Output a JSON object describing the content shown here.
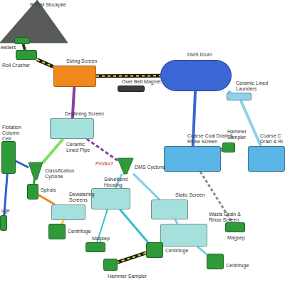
{
  "diagram": {
    "nodes": [
      {
        "text": [
          "R.O.M Stockpile"
        ]
      },
      {
        "text": [
          "eeders"
        ]
      },
      {
        "text": [
          "Roll Crusher"
        ]
      },
      {
        "text": [
          "Sizing Screen"
        ]
      },
      {
        "text": [
          "Over Belt Magnet"
        ]
      },
      {
        "text": [
          "DMS Drum"
        ]
      },
      {
        "text": [
          "Ceramic Lined Launders"
        ]
      },
      {
        "text": [
          "Desliming Screen"
        ]
      },
      {
        "text": [
          "Flotation Column Cell"
        ]
      },
      {
        "text": [
          "Coarse Coal Drain & Rinse Screen"
        ]
      },
      {
        "text": [
          "Hammer Sampler"
        ]
      },
      {
        "text": [
          "Coarse C Drain & Ri"
        ]
      },
      {
        "text": [
          "Classification Cyclone"
        ]
      },
      {
        "text": [
          "DMS Cyclone"
        ]
      },
      {
        "text": [
          "Sievebend Housing"
        ]
      },
      {
        "text": [
          "Spirals"
        ]
      },
      {
        "text": [
          "Dewatering Screens"
        ]
      },
      {
        "text": [
          "Static Screen"
        ]
      },
      {
        "text": [
          "uge"
        ]
      },
      {
        "text": [
          "Magsep"
        ]
      },
      {
        "text": [
          "Waste Drain & Rinse Screen"
        ]
      },
      {
        "text": [
          "Centrifuge"
        ]
      },
      {
        "text": [
          "Magsep"
        ]
      },
      {
        "text": [
          "Centrifuge"
        ]
      },
      {
        "text": [
          "Centrifuge"
        ]
      },
      {
        "text": [
          "Hammer Sampler"
        ]
      }
    ],
    "edges": [
      {
        "from": 0,
        "to": 1,
        "arrow": "none"
      },
      {
        "from": 1,
        "to": 2,
        "arrow": "none"
      },
      {
        "from": 2,
        "to": 3,
        "arrow": "none"
      },
      {
        "from": 3,
        "to": 5,
        "arrow": "none"
      },
      {
        "from": 5,
        "to": 6,
        "arrow": "none"
      },
      {
        "from": 5,
        "to": 9,
        "arrow": "none"
      },
      {
        "from": 6,
        "to": 11,
        "arrow": "none"
      },
      {
        "from": 9,
        "to": 10,
        "arrow": "none"
      },
      {
        "from": 9,
        "to": 19,
        "arrow": "none"
      },
      {
        "from": 3,
        "to": 7,
        "arrow": "none"
      },
      {
        "from": 7,
        "to": 12,
        "arrow": "none"
      },
      {
        "from": 7,
        "to": 13,
        "arrow": "none"
      },
      {
        "from": 12,
        "to": 8,
        "arrow": "none"
      },
      {
        "from": 12,
        "to": 15,
        "arrow": "none"
      },
      {
        "from": 15,
        "to": 16,
        "arrow": "none"
      },
      {
        "from": 16,
        "to": 21,
        "arrow": "none"
      },
      {
        "from": 13,
        "to": 14,
        "label": "Product",
        "arrow": "none"
      },
      {
        "from": 13,
        "to": 17,
        "arrow": "none"
      },
      {
        "from": 17,
        "to": 20,
        "arrow": "none"
      },
      {
        "from": 14,
        "to": 23,
        "arrow": "none"
      },
      {
        "from": 14,
        "to": 22,
        "arrow": "none"
      },
      {
        "from": 20,
        "to": 24,
        "arrow": "none"
      },
      {
        "from": 23,
        "to": 25,
        "arrow": "none"
      },
      {
        "from": 8,
        "to": 18,
        "arrow": "none"
      }
    ],
    "labels": [
      "Ceramic Lined Pipe"
    ]
  }
}
